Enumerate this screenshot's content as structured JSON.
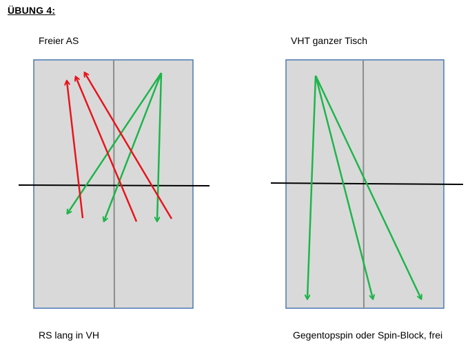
{
  "title": "ÜBUNG 4:",
  "left": {
    "top_label": "Freier AS",
    "bottom_label": "RS lang in VH"
  },
  "right": {
    "top_label": "VHT ganzer Tisch",
    "bottom_label": "Gegentopspin oder Spin-Block, frei"
  },
  "colors": {
    "table_fill": "#d9d9d9",
    "table_border": "#4a77b4",
    "center_line": "#8c8c8c",
    "net": "#000000",
    "green_arrow": "#1db54a",
    "red_arrow": "#e8141b"
  }
}
